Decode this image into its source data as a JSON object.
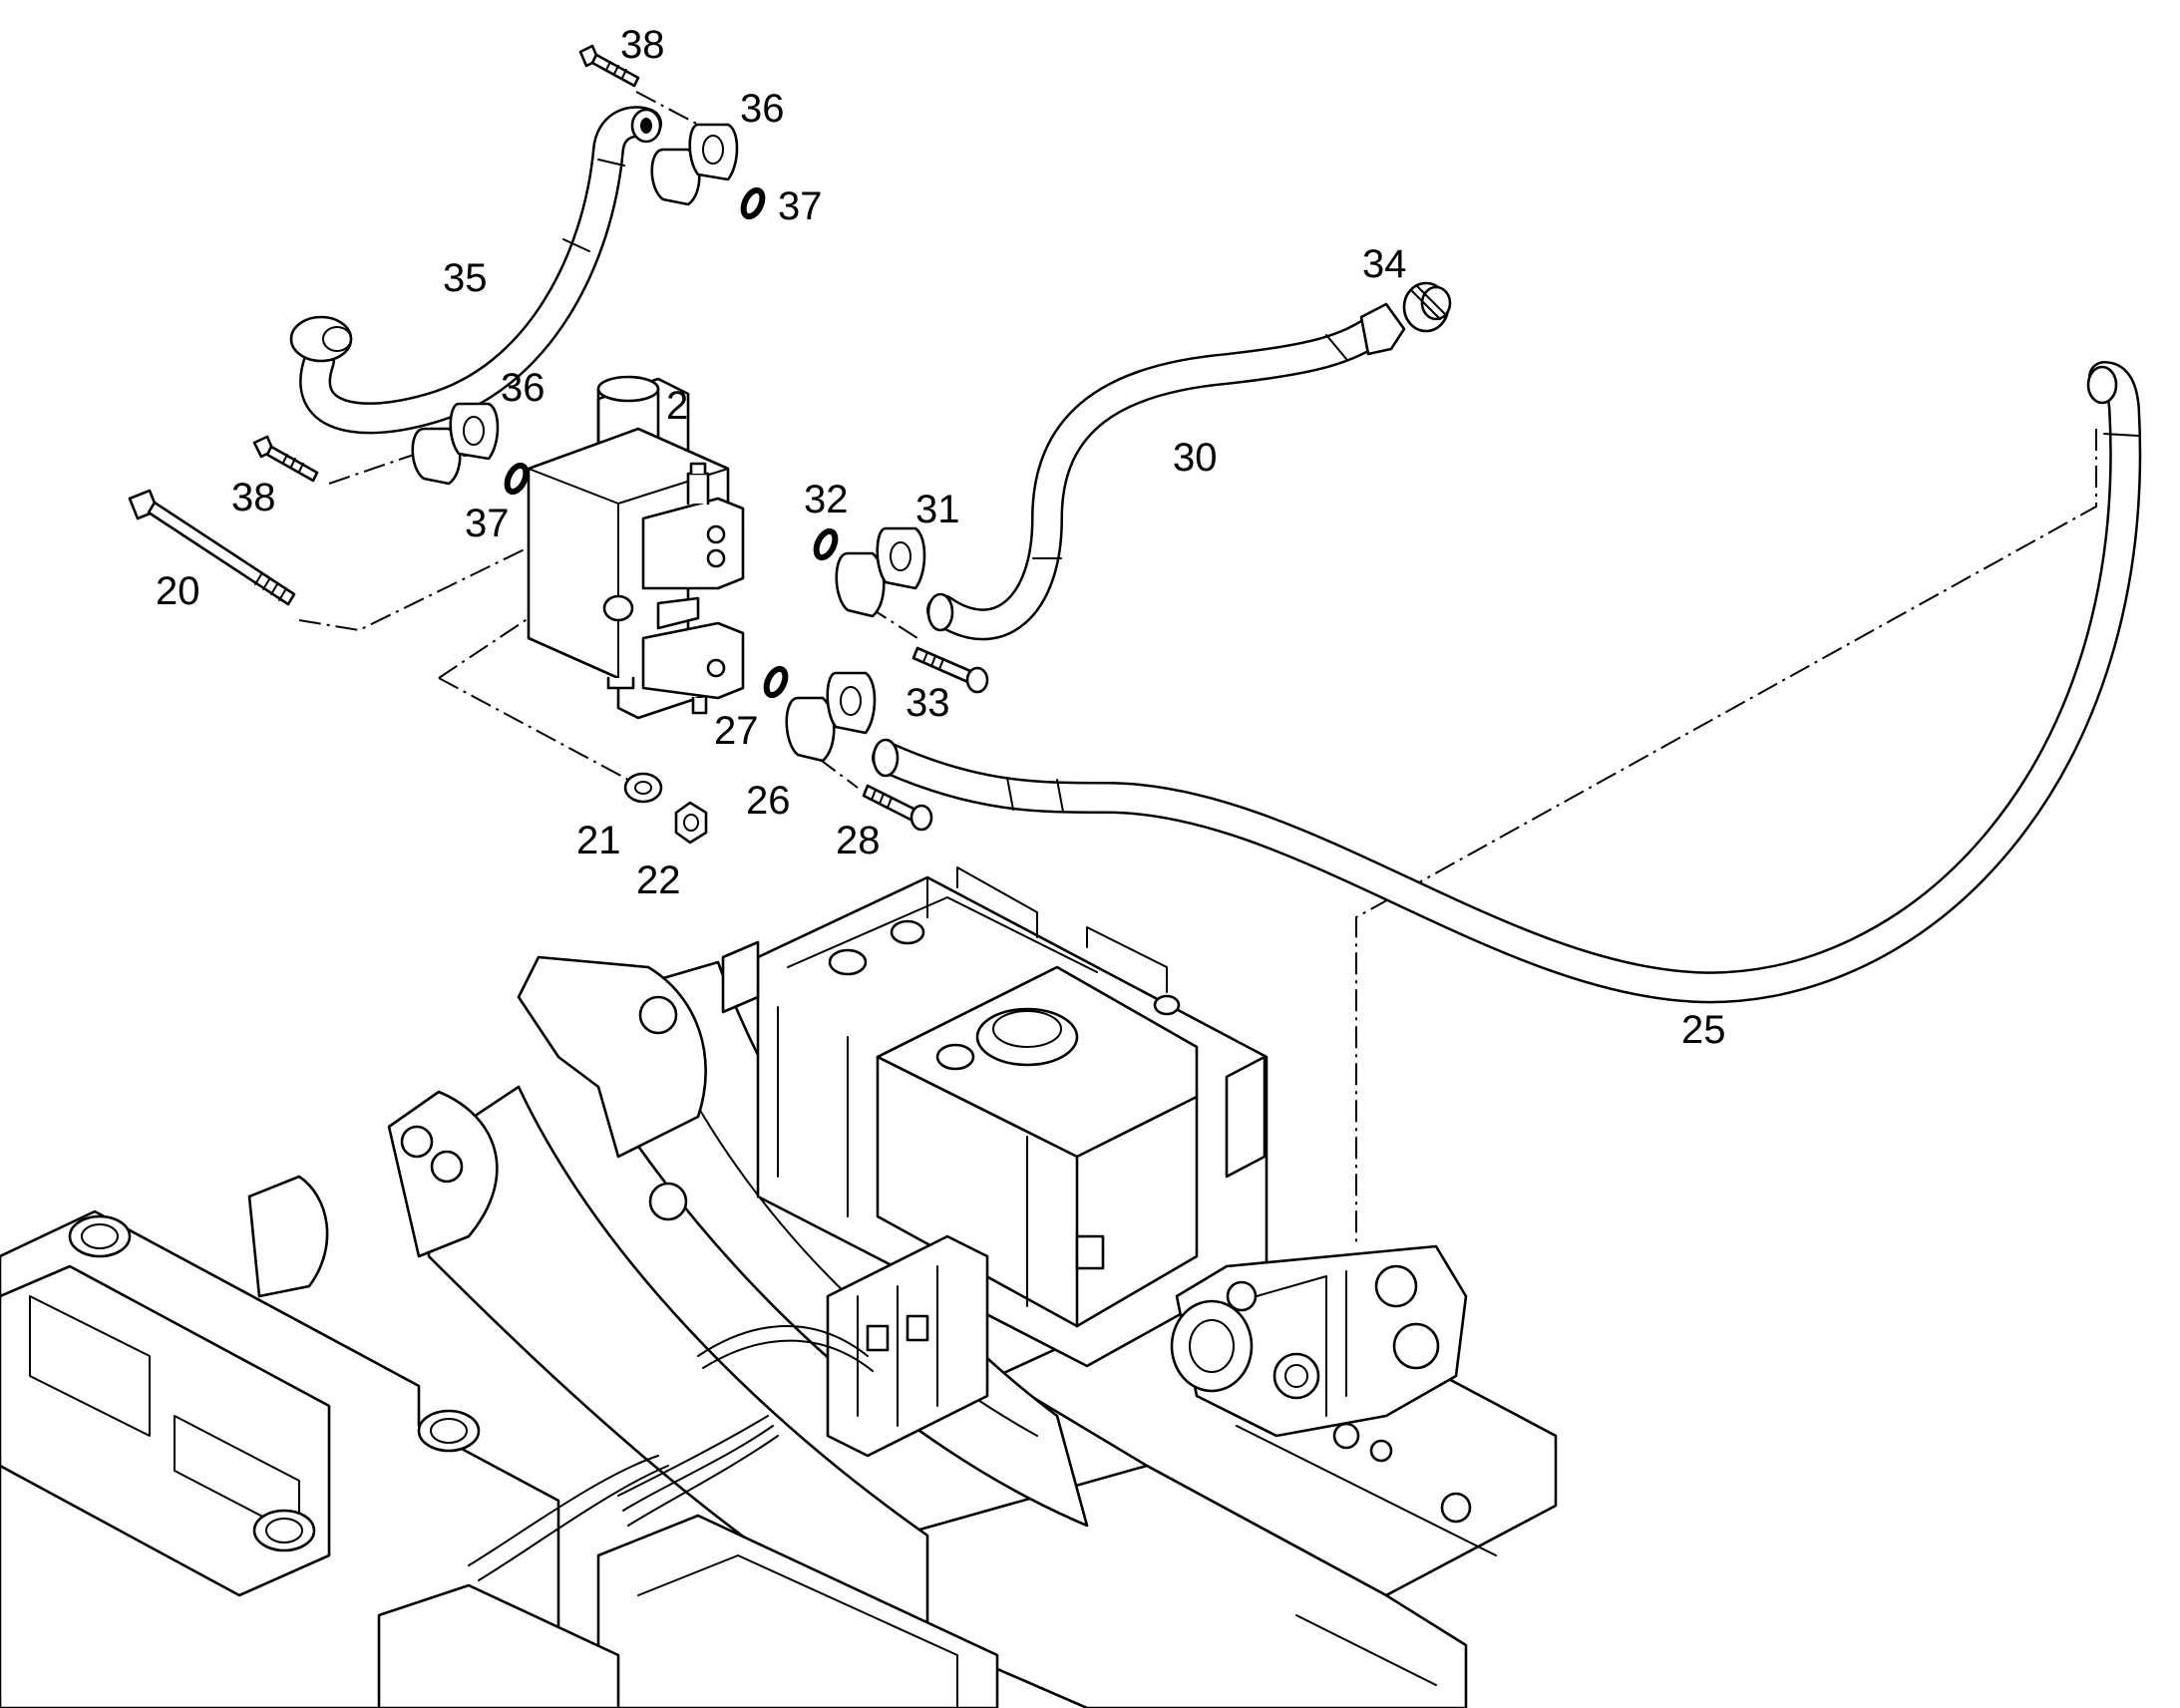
{
  "diagram": {
    "labels": {
      "p2": "2",
      "p20": "20",
      "p21": "21",
      "p22": "22",
      "p25": "25",
      "p26": "26",
      "p27": "27",
      "p28": "28",
      "p30": "30",
      "p31": "31",
      "p32": "32",
      "p33": "33",
      "p34": "34",
      "p35": "35",
      "p36a": "36",
      "p36b": "36",
      "p37a": "37",
      "p37b": "37",
      "p38a": "38",
      "p38b": "38"
    }
  }
}
